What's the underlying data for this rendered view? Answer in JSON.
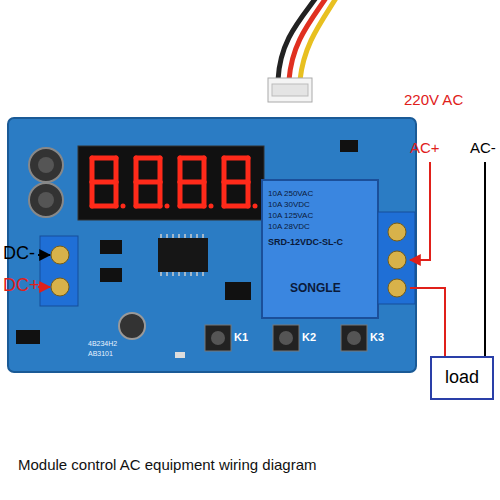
{
  "diagram": {
    "caption": "Module control AC equipment wiring diagram",
    "nodes": [
      {
        "text": [
          "load"
        ]
      }
    ],
    "labels": [
      "DC-",
      "DC+",
      "220V AC",
      "AC+",
      "AC-",
      "K1",
      "K2",
      "K3",
      "10A 250VAC",
      "10A 30VDC",
      "10A 125VAC",
      "10A 28VDC",
      "SRD-12VDC-SL-C",
      "SONGLE",
      "4B234H2",
      "AB3101"
    ]
  }
}
